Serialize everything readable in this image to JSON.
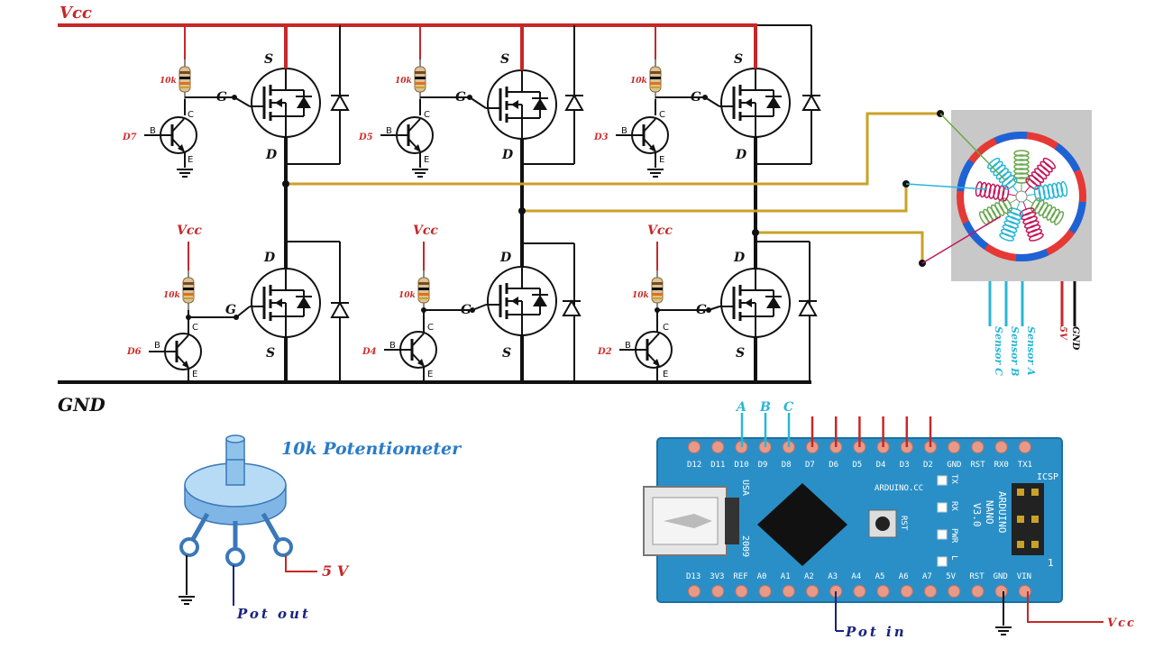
{
  "power": {
    "vcc": "Vcc",
    "gnd": "GND"
  },
  "resistor_label": "10k",
  "terminals": {
    "gate": "G",
    "source": "S",
    "drain": "D",
    "base": "B",
    "collector": "C",
    "emitter": "E"
  },
  "high_side_pins": [
    "D7",
    "D5",
    "D3"
  ],
  "low_side_pins": [
    "D6",
    "D4",
    "D2"
  ],
  "motor": {
    "labels": [
      "Sensor C",
      "Sensor B",
      "Sensor A",
      "5V",
      "GND"
    ]
  },
  "potentiometer": {
    "title": "10k Potentiometer",
    "supply": "5 V",
    "output": "Pot out"
  },
  "arduino": {
    "top_pins": [
      "D12",
      "D11",
      "D10",
      "D9",
      "D8",
      "D7",
      "D6",
      "D5",
      "D4",
      "D3",
      "D2",
      "GND",
      "RST",
      "RX0",
      "TX1"
    ],
    "bottom_pins": [
      "D13",
      "3V3",
      "REF",
      "A0",
      "A1",
      "A2",
      "A3",
      "A4",
      "A5",
      "A6",
      "A7",
      "5V",
      "RST",
      "GND",
      "VIN"
    ],
    "sensor_letters": [
      "A",
      "B",
      "C"
    ],
    "brand": "ARDUINO.CC",
    "model_lines": [
      "ARDUINO",
      "NANO",
      "V3.0"
    ],
    "usa": "USA",
    "year": "2009",
    "icsp": "ICSP",
    "rst_button": "RST",
    "leds": [
      "TX",
      "RX",
      "PWR",
      "L"
    ],
    "pin_one": "1",
    "pot_in": "Pot in",
    "vcc_out": "Vcc"
  },
  "colors": {
    "wire_red": "#c62828",
    "wire_black": "#111111",
    "wire_gold": "#c9a227",
    "board_blue": "#2a8fc7",
    "label_red": "#d32f2f",
    "sensor_cyan": "#29b6d6",
    "pot_blue": "#8fc3ea"
  }
}
